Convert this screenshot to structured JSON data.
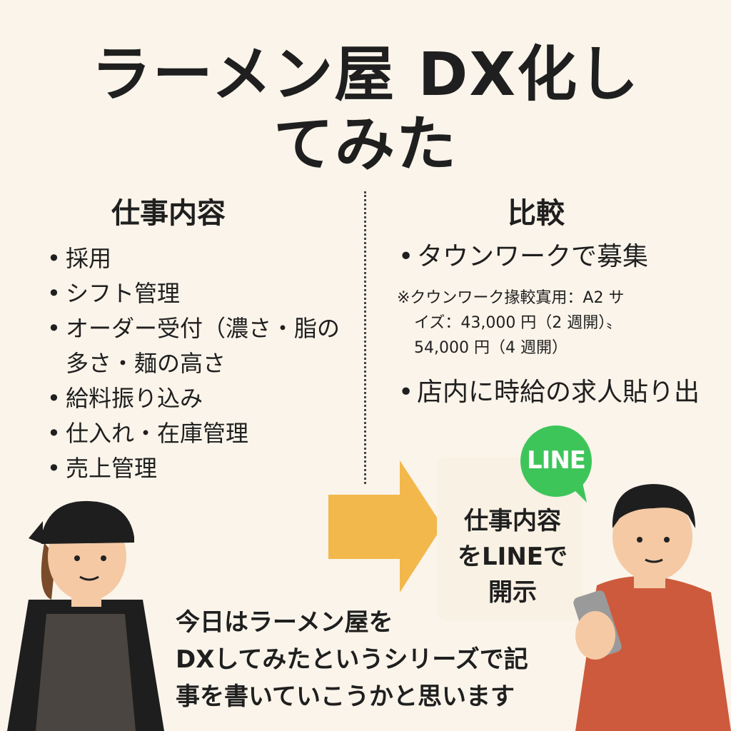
{
  "title": {
    "line1": "ラーメン屋 DX化し",
    "line2": "てみた"
  },
  "left": {
    "heading": "仕事内容",
    "items": [
      "採用",
      "シフト管理",
      "オーダー受付（濃さ・脂の多さ・麺の高さ",
      "給料振り込み",
      "仕入れ・在庫管理",
      "売上管理"
    ]
  },
  "right": {
    "heading": "比較",
    "item1": "タウンワークで募集",
    "note_line1": "※クウンワーク掾較寘用：A2 サ",
    "note_line2": "イズ：43,000 円（2 週開）〟",
    "note_line3": "54,000 円（4 週開）",
    "item2": "店内に時給の求人貼り出"
  },
  "line_card": {
    "logo": "LINE",
    "text_line1": "仕事内容",
    "text_line2": "をLINEで",
    "text_line3": "開示"
  },
  "bottom": {
    "line1": "今日はラーメン屋を",
    "line2": "DXしてみたというシリーズで記",
    "line3": "事を書いていこうかと思います"
  },
  "colors": {
    "background": "#faf4ea",
    "arrow": "#f2b84b",
    "line_green": "#3ec55a",
    "shirt_orange": "#cd5a3c",
    "apron": "#4a4540"
  },
  "icons": [
    "arrow-right-icon",
    "line-logo-icon",
    "smartphone-icon"
  ]
}
